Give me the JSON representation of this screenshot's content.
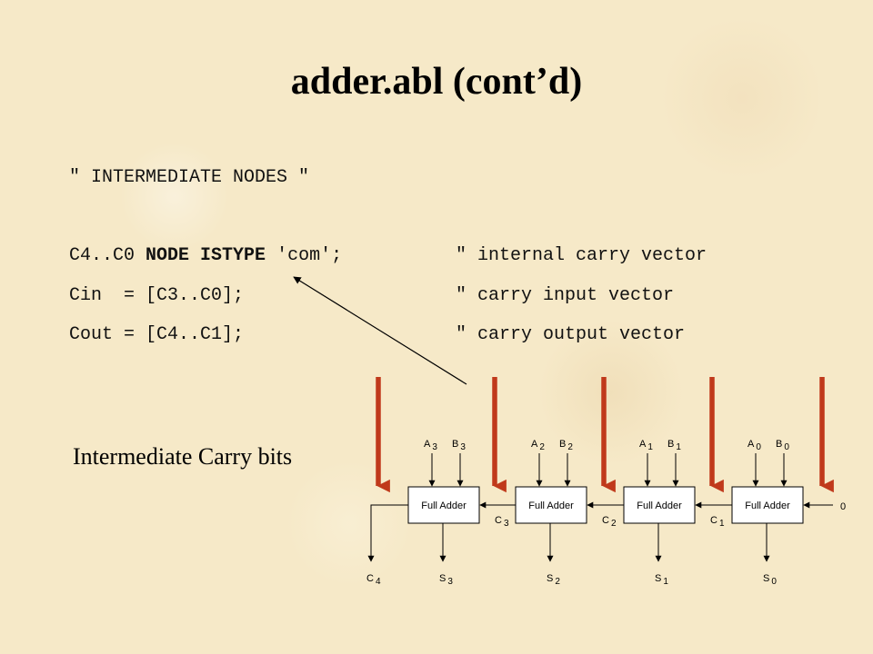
{
  "title": "adder.abl (cont’d)",
  "code": {
    "section_comment": "\" INTERMEDIATE NODES \"",
    "line1": {
      "prefix": "C4..C0 ",
      "keyword1": "NODE",
      "space": " ",
      "keyword2": "ISTYPE",
      "suffix": " 'com';"
    },
    "line2": "Cin  = [C3..C0];",
    "line3": "Cout = [C4..C1];",
    "comment1": "\" internal carry vector",
    "comment2": "\" carry input vector",
    "comment3": "\" carry output vector"
  },
  "caption": "Intermediate Carry bits",
  "diagram": {
    "block_label": "Full Adder",
    "carry_in_value": "0",
    "arrow_color": "#c0391b",
    "adders": [
      {
        "a": "A",
        "a_sub": "3",
        "b": "B",
        "b_sub": "3",
        "s": "S",
        "s_sub": "3"
      },
      {
        "a": "A",
        "a_sub": "2",
        "b": "B",
        "b_sub": "2",
        "s": "S",
        "s_sub": "2"
      },
      {
        "a": "A",
        "a_sub": "1",
        "b": "B",
        "b_sub": "1",
        "s": "S",
        "s_sub": "1"
      },
      {
        "a": "A",
        "a_sub": "0",
        "b": "B",
        "b_sub": "0",
        "s": "S",
        "s_sub": "0"
      }
    ],
    "carries": [
      {
        "c": "C",
        "c_sub": "4"
      },
      {
        "c": "C",
        "c_sub": "3"
      },
      {
        "c": "C",
        "c_sub": "2"
      },
      {
        "c": "C",
        "c_sub": "1"
      }
    ]
  }
}
